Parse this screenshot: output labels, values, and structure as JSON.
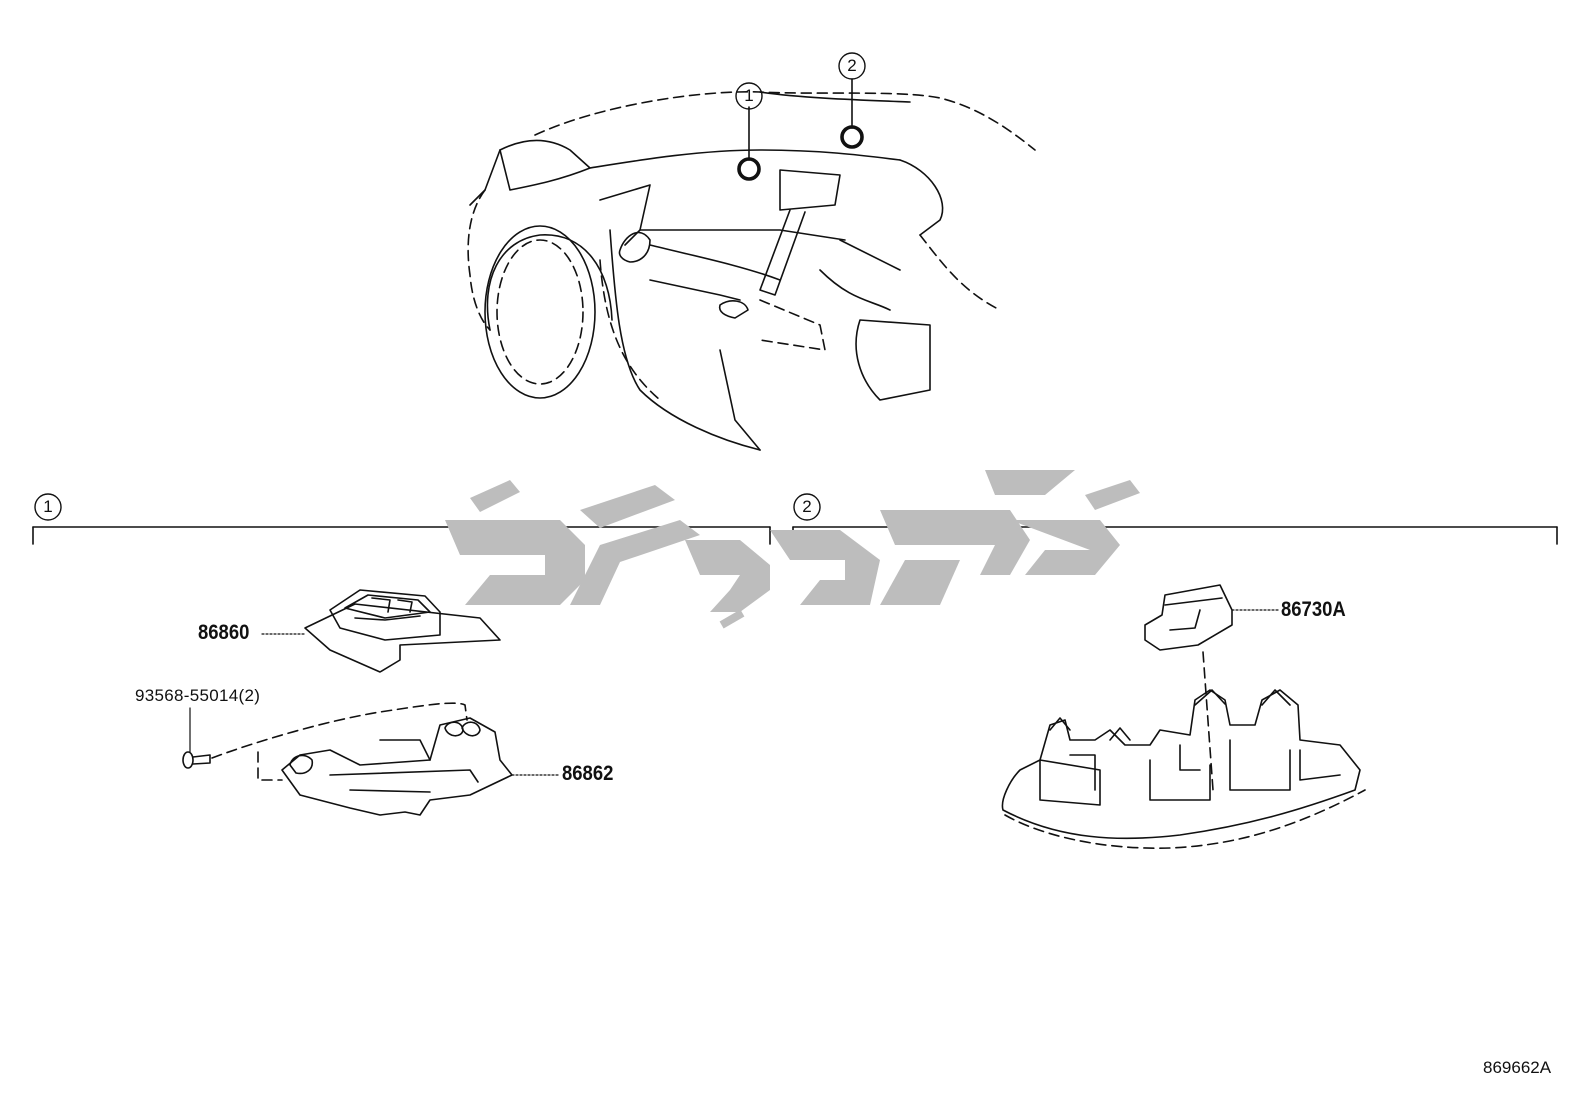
{
  "diagram_id": "869662A",
  "callouts": {
    "one": "1",
    "two": "2"
  },
  "parts": {
    "module": "86860",
    "bolt": "93568-55014(2)",
    "bracket": "86862",
    "mic": "86730A"
  },
  "watermark": {
    "text": "تاپ یدک",
    "color": "#bdbdbd"
  }
}
